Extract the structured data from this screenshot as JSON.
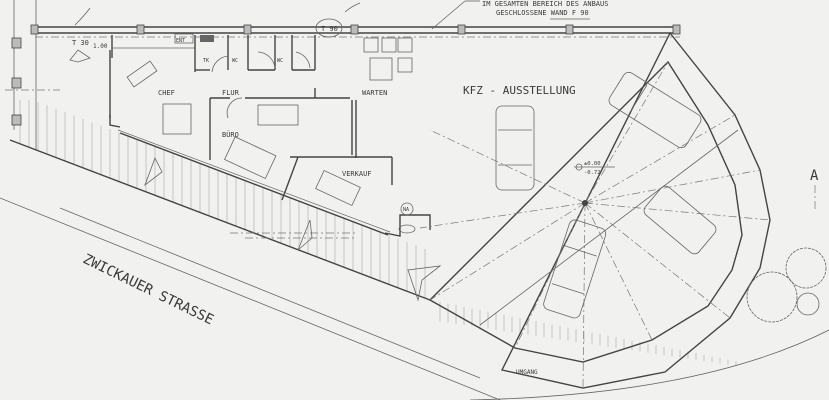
{
  "drawing": {
    "note_line1": "IM GESAMTEN BEREICH DES ANBAUS",
    "note_line2": "GESCHLOSSENE WAND F 90",
    "door_t30": "T 30",
    "dimension": "1.00",
    "door_t90": "T 90",
    "ent_label": "ENT",
    "tk_label": "TK",
    "wc1_label": "WC",
    "wc2_label": "WC",
    "rooms": {
      "chef": "CHEF",
      "flur": "FLUR",
      "buero": "BÜRO",
      "warten": "WARTEN",
      "verkauf": "VERKAUF",
      "showroom": "KFZ - AUSSTELLUNG",
      "walkway": "UMGANG"
    },
    "level_top": "±0.00",
    "level_bottom": "-0.72",
    "na_label": "NA",
    "section_marker": "A",
    "street": "ZWICKAUER STRASSE"
  }
}
